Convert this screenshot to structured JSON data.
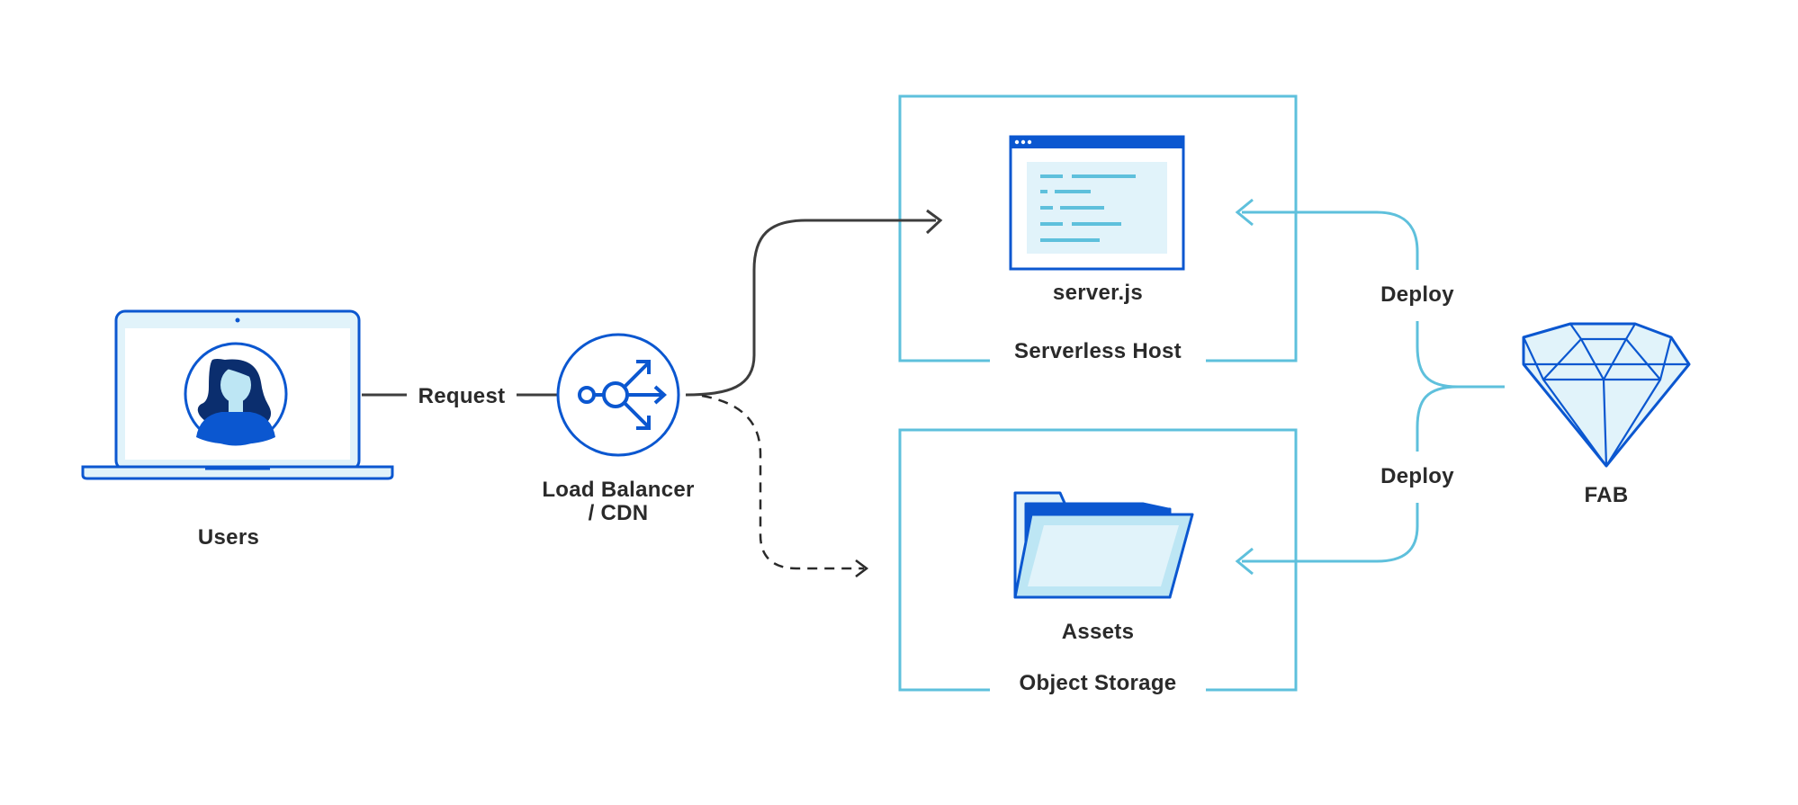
{
  "diagram": {
    "users": {
      "label": "Users"
    },
    "request": {
      "label": "Request"
    },
    "load_balancer": {
      "label_line1": "Load Balancer",
      "label_line2": "/ CDN"
    },
    "serverless": {
      "file_label": "server.js",
      "container_label": "Serverless Host"
    },
    "storage": {
      "file_label": "Assets",
      "container_label": "Object Storage"
    },
    "deploy_top": {
      "label": "Deploy"
    },
    "deploy_bottom": {
      "label": "Deploy"
    },
    "fab": {
      "label": "FAB"
    }
  },
  "colors": {
    "primary_blue": "#0b57d0",
    "light_blue": "#e1f3fa",
    "teal": "#5ec0dc",
    "dark_line": "#3d3d3d",
    "text": "#2a2a2a"
  },
  "icons": [
    "laptop-icon",
    "user-avatar-icon",
    "load-balancer-icon",
    "browser-window-icon",
    "folder-icon",
    "gem-icon",
    "arrow-head-icon"
  ]
}
